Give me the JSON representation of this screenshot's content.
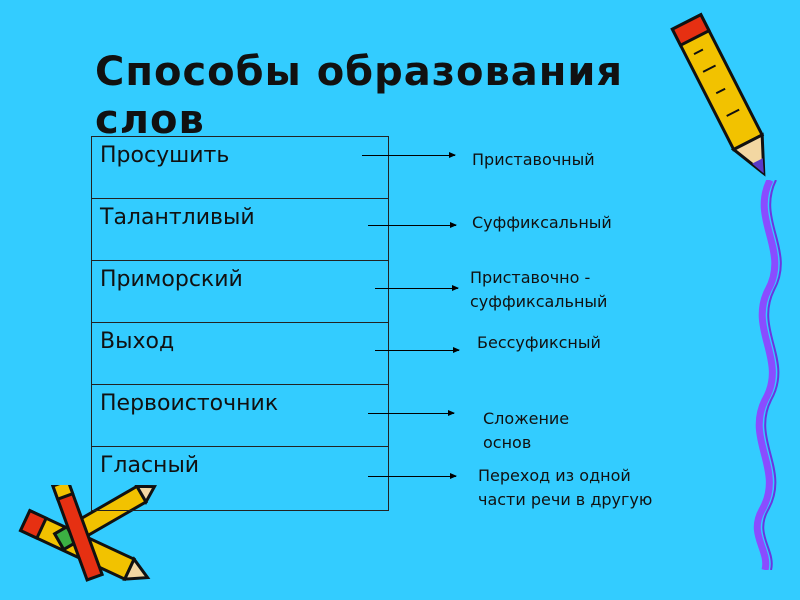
{
  "slide": {
    "title": "Способы образования слов",
    "words": [
      "Просушить",
      "Талантливый",
      "Приморский",
      "Выход",
      "Первоисточник",
      "Гласный"
    ],
    "methods": [
      "Приставочный",
      "Суффиксальный",
      "Приставочно -\nсуффиксальный",
      "Бессуфиксный",
      "Сложение\nоснов",
      "Переход из одной\nчасти речи в другую"
    ],
    "colors": {
      "background": "#33ccff",
      "pencil_yellow": "#f2c200",
      "pencil_red": "#e63012",
      "ribbon": "#8a4cff"
    },
    "icons": [
      "pencil-icon",
      "crayon-group-icon",
      "ribbon-decoration"
    ]
  }
}
